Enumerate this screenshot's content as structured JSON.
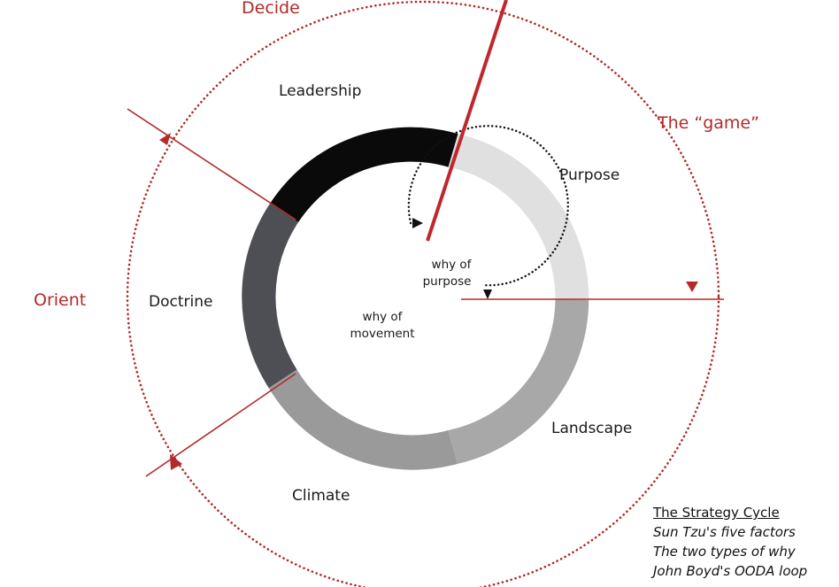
{
  "factors": {
    "leadership": "Leadership",
    "purpose": "Purpose",
    "landscape": "Landscape",
    "climate": "Climate",
    "doctrine": "Doctrine"
  },
  "why": {
    "purpose_line1": "why of",
    "purpose_line2": "purpose",
    "movement_line1": "why of",
    "movement_line2": "movement"
  },
  "ooda": {
    "decide": "Decide",
    "orient": "Orient",
    "game": "The “game”"
  },
  "legend": {
    "title": "The Strategy Cycle",
    "line1": "Sun Tzu's five factors",
    "line2": "The two types of why",
    "line3": "John Boyd's OODA loop"
  },
  "colors": {
    "red": "#b22a2a",
    "leadership": "#0a0a0a",
    "purpose": "#e0e0e0",
    "landscape": "#a8a8a8",
    "climate": "#9a9a9a",
    "doctrine": "#4d4f55"
  }
}
